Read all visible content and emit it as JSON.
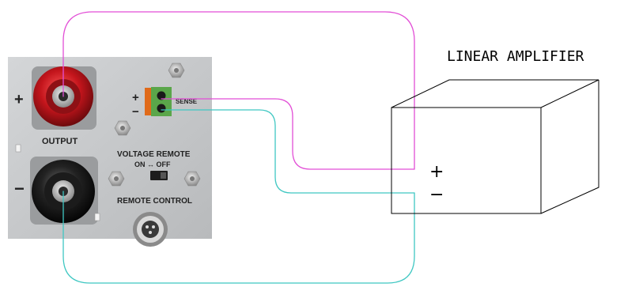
{
  "panel": {
    "output_label": "OUTPUT",
    "plus_sign": "+",
    "minus_sign": "−",
    "sense_label": "SENSE",
    "sense_plus": "+",
    "sense_minus": "−",
    "voltage_remote_label": "VOLTAGE REMOTE",
    "switch_label": "ON ↔ OFF",
    "remote_control_label": "REMOTE CONTROL"
  },
  "amplifier": {
    "title": "LINEAR AMPLIFIER",
    "plus_sign": "+",
    "minus_sign": "−"
  },
  "colors": {
    "panel_bg": "#c9cbcd",
    "terminal_red": "#b3161c",
    "terminal_black": "#1a1a1a",
    "sense_block": "#5aa64a",
    "sense_orange": "#e06a1a",
    "wire_magenta": "#e24ed6",
    "wire_teal": "#3fc7c2",
    "box_line": "#000000"
  }
}
